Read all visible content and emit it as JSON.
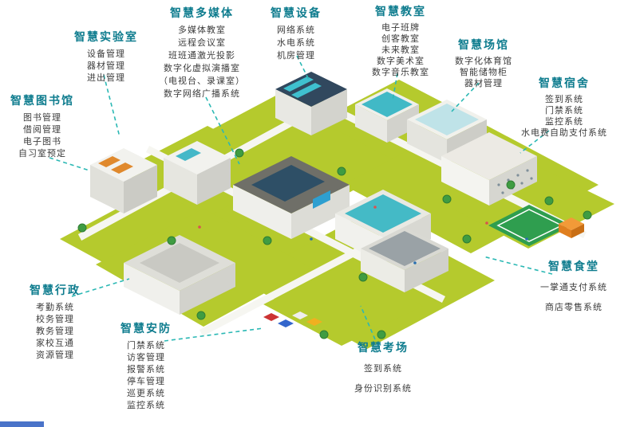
{
  "colors": {
    "accent_teal": "#2bb8b4",
    "title_teal": "#0e7c8e",
    "ground_green": "#b5ca2d"
  },
  "labels": {
    "lab": {
      "title": "智慧实验室",
      "items": [
        "设备管理",
        "器材管理",
        "进出管理"
      ]
    },
    "multimedia": {
      "title": "智慧多媒体",
      "items": [
        "多媒体教室",
        "远程会议室",
        "班班通激光投影",
        "数字化虚拟演播室",
        "（电视台、录课室）",
        "数字网络广播系统"
      ]
    },
    "equipment": {
      "title": "智慧设备",
      "items": [
        "网络系统",
        "水电系统",
        "机房管理"
      ]
    },
    "classroom": {
      "title": "智慧教室",
      "items": [
        "电子班牌",
        "创客教室",
        "未来教室",
        "数字美术室",
        "数字音乐教室"
      ]
    },
    "venue": {
      "title": "智慧场馆",
      "items": [
        "数字化体育馆",
        "智能储物柜",
        "器材管理"
      ]
    },
    "dorm": {
      "title": "智慧宿舍",
      "items": [
        "签到系统",
        "门禁系统",
        "监控系统",
        "水电费自助支付系统"
      ]
    },
    "library": {
      "title": "智慧图书馆",
      "items": [
        "图书管理",
        "借阅管理",
        "电子图书",
        "自习室预定"
      ]
    },
    "admin": {
      "title": "智慧行政",
      "items": [
        "考勤系统",
        "校务管理",
        "教务管理",
        "家校互通",
        "资源管理"
      ]
    },
    "security": {
      "title": "智慧安防",
      "items": [
        "门禁系统",
        "访客管理",
        "报警系统",
        "停车管理",
        "巡更系统",
        "监控系统"
      ]
    },
    "exam": {
      "title": "智慧考场",
      "items": [
        "签到系统",
        "身份识别系统"
      ]
    },
    "canteen": {
      "title": "智慧食堂",
      "items": [
        "一掌通支付系统",
        "商店零售系统"
      ]
    }
  }
}
